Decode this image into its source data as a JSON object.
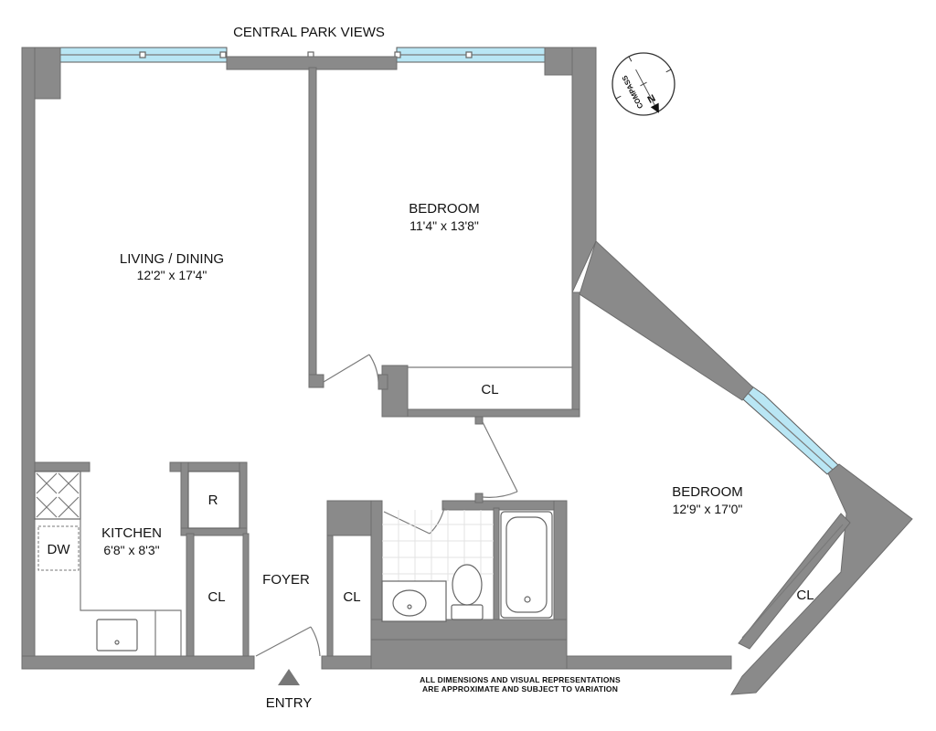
{
  "header": {
    "views_label": "CENTRAL PARK VIEWS"
  },
  "compass": {
    "ring_label": "COMPASS",
    "north_label": "N",
    "north_color": "#cc2222"
  },
  "rooms": {
    "living": {
      "name": "LIVING / DINING",
      "dims": "12'2\" x 17'4\""
    },
    "bedroom1": {
      "name": "BEDROOM",
      "dims": "11'4\" x 13'8\""
    },
    "bedroom2": {
      "name": "BEDROOM",
      "dims": "12'9\" x 17'0\""
    },
    "kitchen": {
      "name": "KITCHEN",
      "dims": "6'8\" x 8'3\""
    },
    "foyer": {
      "name": "FOYER"
    }
  },
  "closets": {
    "bedroom1_closet": "CL",
    "foyer_closet_left": "CL",
    "foyer_closet_right": "CL",
    "bedroom2_closet": "CL"
  },
  "appliances": {
    "refrigerator": "R",
    "dishwasher": "DW"
  },
  "entry_label": "ENTRY",
  "disclaimer": {
    "line1": "ALL DIMENSIONS AND VISUAL REPRESENTATIONS",
    "line2": "ARE APPROXIMATE AND SUBJECT TO VARIATION"
  },
  "colors": {
    "wall": "#8a8a8a",
    "window": "#b9e6f4"
  }
}
